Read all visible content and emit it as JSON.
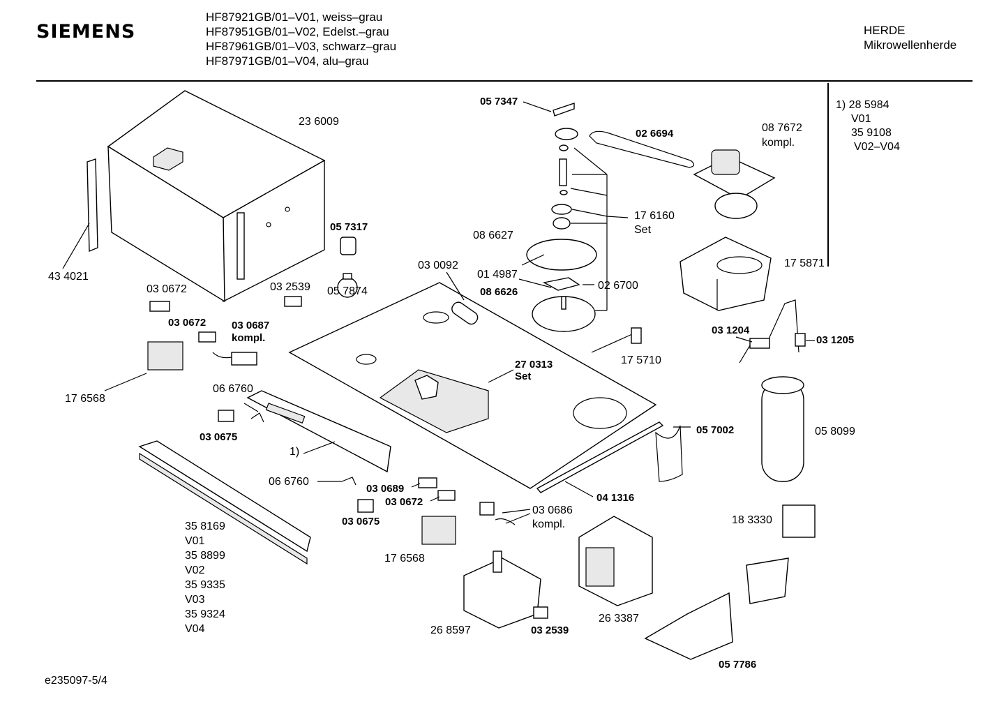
{
  "header": {
    "brand": "SIEMENS",
    "models": [
      "HF87921GB/01–V01, weiss–grau",
      "HF87951GB/01–V02, Edelst.–grau",
      "HF87961GB/01–V03, schwarz–grau",
      "HF87971GB/01–V04, alu–grau"
    ],
    "category": "HERDE",
    "subcategory": "Mikrowellenherde"
  },
  "footnote": {
    "lines": [
      "1) 28 5984",
      "V01",
      "35 9108",
      "V02–V04"
    ]
  },
  "document_id": "e235097-5/4",
  "parts": {
    "p236009": "23 6009",
    "p434021": "43 4021",
    "p030672a": "03 0672",
    "p030672b": "03 0672",
    "p030687": "03 0687",
    "p030687k": "kompl.",
    "p176568a": "17 6568",
    "p066760a": "06 6760",
    "p030675a": "03 0675",
    "p1": "1)",
    "p358169": [
      "35 8169",
      "V01",
      "35 8899",
      "V02",
      "35 9335",
      "V03",
      "35 9324",
      "V04"
    ],
    "p032539a": "03 2539",
    "p057317": "05 7317",
    "p057874": "05 7874",
    "p057347": "05 7347",
    "p026694": "02 6694",
    "p087672": "08 7672",
    "p087672k": "kompl.",
    "p176160": "17 6160",
    "p176160s": "Set",
    "p086627": "08 6627",
    "p030092": "03 0092",
    "p014987": "01 4987",
    "p086626": "08 6626",
    "p026700": "02 6700",
    "p175871": "17 5871",
    "p175710": "17 5710",
    "p270313": "27 0313",
    "p270313s": "Set",
    "p031204": "03 1204",
    "p031205": "03 1205",
    "p057002": "05 7002",
    "p058099": "05 8099",
    "p066760b": "06 6760",
    "p030689": "03 0689",
    "p030672c": "03 0672",
    "p030675b": "03 0675",
    "p030686": "03 0686",
    "p030686k": "kompl.",
    "p041316": "04 1316",
    "p176568b": "17 6568",
    "p268597": "26 8597",
    "p032539b": "03 2539",
    "p263387": "26 3387",
    "p183330": "18 3330",
    "p057786": "05 7786"
  }
}
